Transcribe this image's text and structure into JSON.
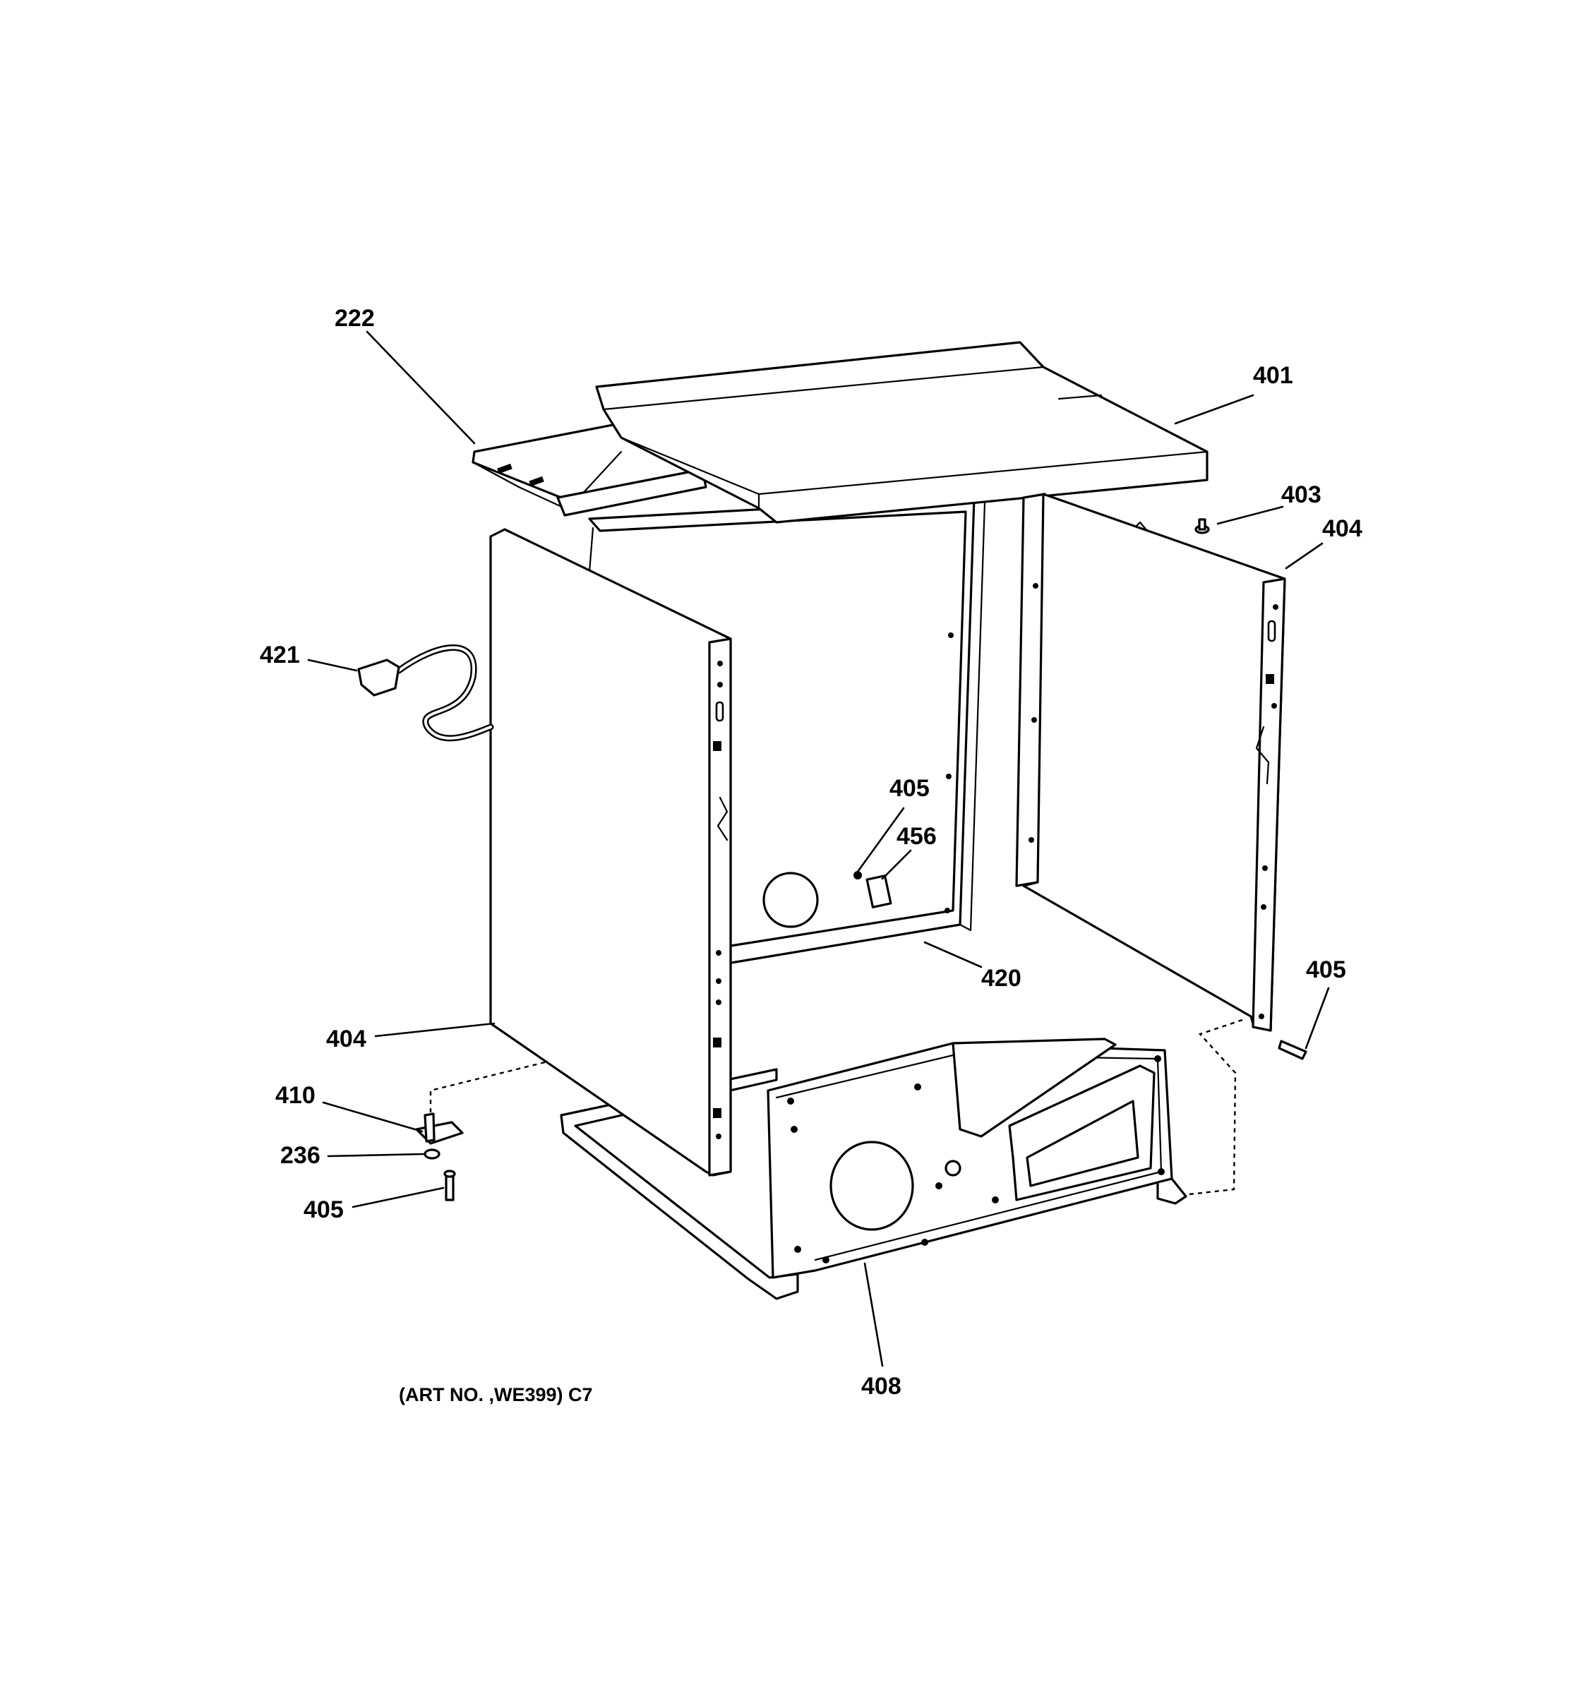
{
  "callouts": {
    "c222": "222",
    "c401": "401",
    "c403": "403",
    "c404_right": "404",
    "c421": "421",
    "c405_center": "405",
    "c456": "456",
    "c420": "420",
    "c405_right": "405",
    "c404_left": "404",
    "c410": "410",
    "c236": "236",
    "c405_left": "405",
    "c408": "408"
  },
  "art_number": "(ART NO. ,WE399) C7",
  "line_color": "#000000",
  "background_color": "#ffffff"
}
